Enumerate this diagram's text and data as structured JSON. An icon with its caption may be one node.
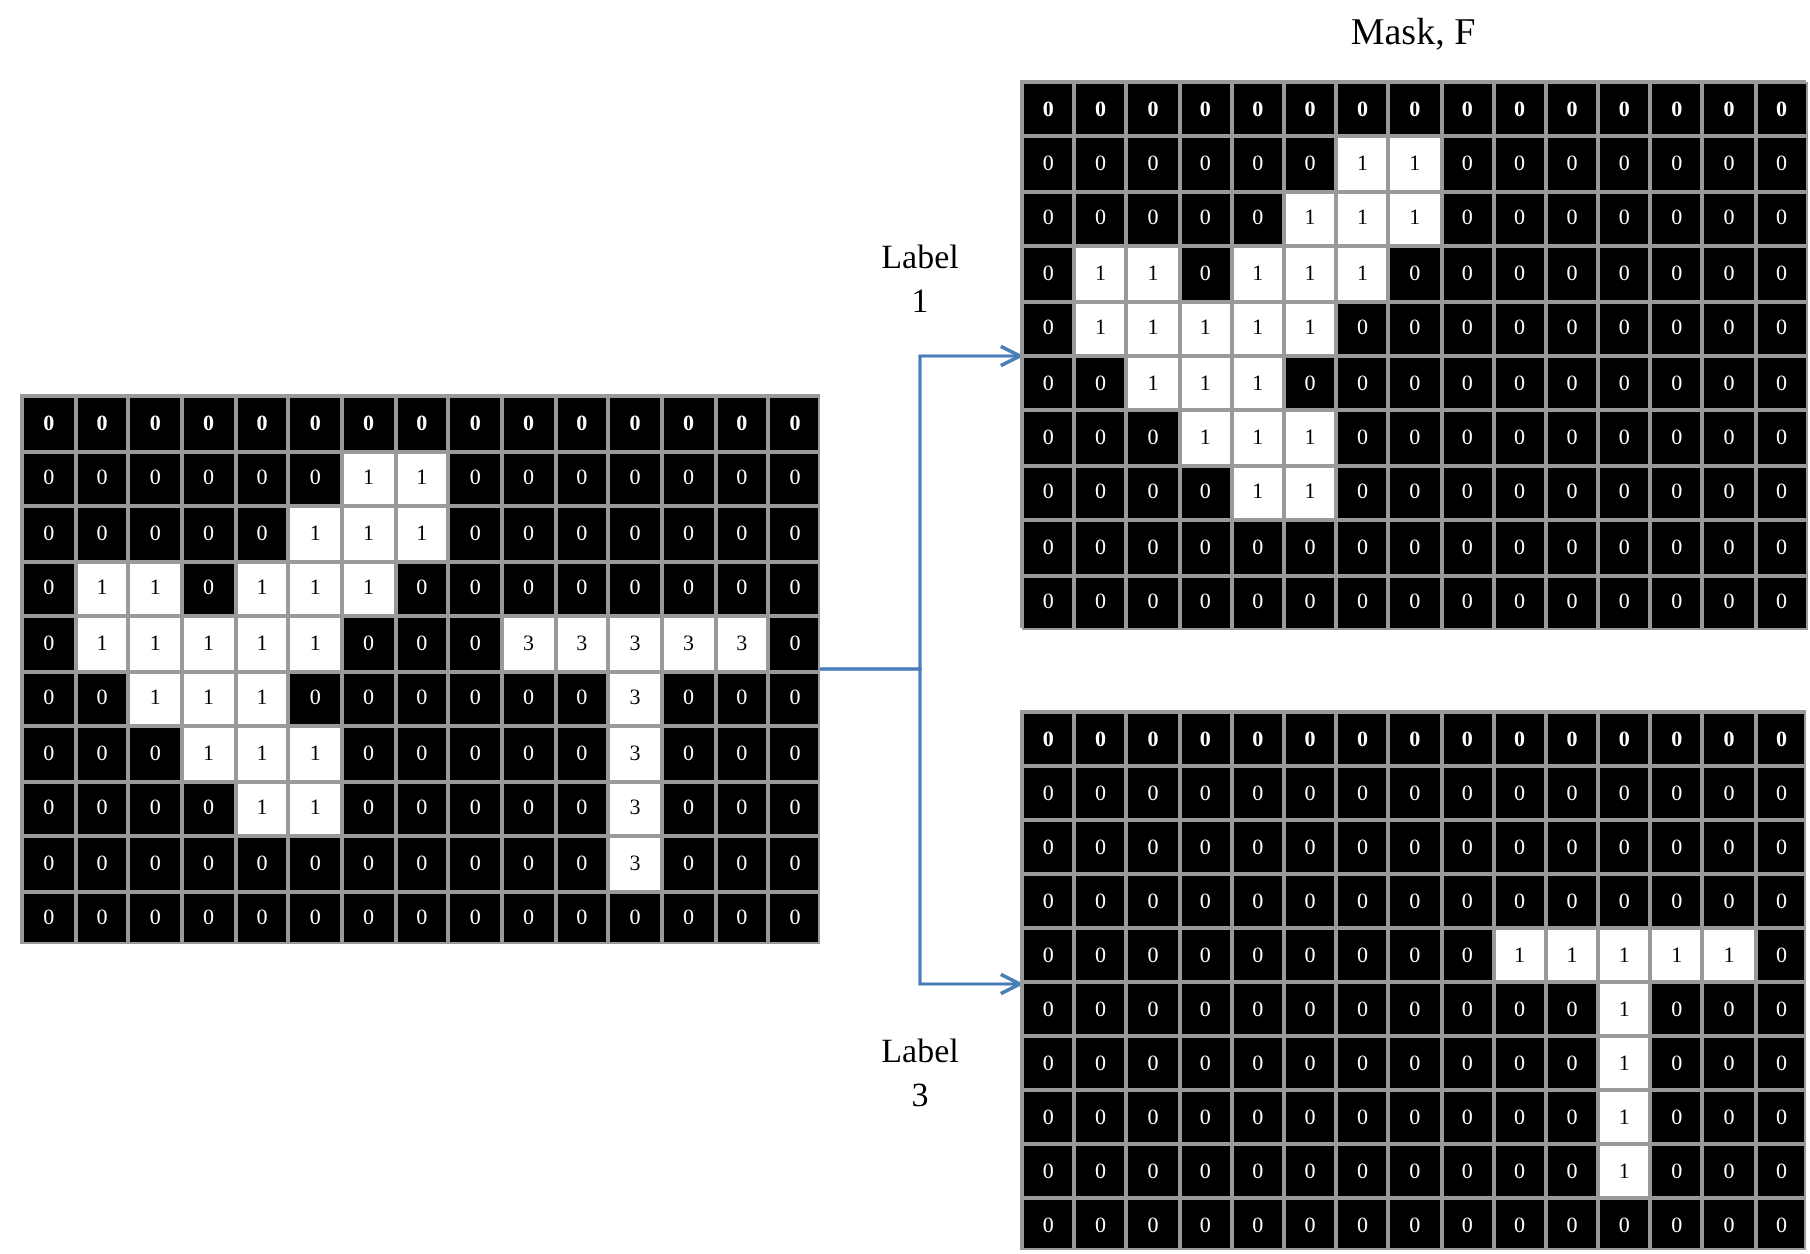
{
  "diagram": {
    "nodes": [
      {
        "text": [],
        "shape": "box"
      },
      {
        "text": [
          "Mask, F"
        ]
      },
      {
        "text": [],
        "shape": "box"
      }
    ],
    "edges": [
      {
        "from": 0,
        "to": 1,
        "arrow": "to",
        "label": "Label 1"
      },
      {
        "from": 0,
        "to": 2,
        "arrow": "to",
        "label": "Label 3"
      }
    ],
    "labels": [
      "0",
      "0",
      "0",
      "0",
      "0",
      "0",
      "0",
      "0",
      "0",
      "0",
      "0",
      "0",
      "0",
      "0",
      "0",
      "0",
      "0",
      "0",
      "0",
      "0",
      "0",
      "1",
      "1",
      "0",
      "0",
      "0",
      "0",
      "0",
      "0",
      "0",
      "0",
      "0",
      "0",
      "0",
      "0",
      "1",
      "1",
      "1",
      "0",
      "0",
      "0",
      "0",
      "0",
      "0",
      "0",
      "0",
      "1",
      "1",
      "0",
      "1",
      "1",
      "1",
      "0",
      "0",
      "0",
      "0",
      "0",
      "0",
      "0",
      "0",
      "0",
      "1",
      "1",
      "1",
      "1",
      "1",
      "0",
      "0",
      "0",
      "3",
      "3",
      "3",
      "3",
      "3",
      "0",
      "0",
      "0",
      "1",
      "1",
      "1",
      "0",
      "0",
      "0",
      "0",
      "0",
      "0",
      "3",
      "0",
      "0",
      "0",
      "0",
      "0",
      "0",
      "1",
      "1",
      "1",
      "0",
      "0",
      "0",
      "0",
      "0",
      "3",
      "0",
      "0",
      "0",
      "0",
      "0",
      "0",
      "0",
      "1",
      "1",
      "0",
      "0",
      "0",
      "0",
      "0",
      "3",
      "0",
      "0",
      "0",
      "0",
      "0",
      "0",
      "0",
      "0",
      "0",
      "0",
      "0",
      "0",
      "0",
      "0",
      "3",
      "0",
      "0",
      "0",
      "0",
      "0",
      "0",
      "0",
      "0",
      "0",
      "0",
      "0",
      "0",
      "0",
      "0",
      "0",
      "0",
      "0",
      "0",
      "0",
      "0",
      "0",
      "0",
      "0",
      "0",
      "0",
      "0",
      "0",
      "0",
      "0",
      "0",
      "0",
      "0",
      "0",
      "0",
      "0",
      "0",
      "0",
      "0",
      "0",
      "1",
      "1",
      "0",
      "0",
      "0",
      "0",
      "0",
      "0",
      "0",
      "0",
      "0",
      "0",
      "0",
      "0",
      "1",
      "1",
      "1",
      "0",
      "0",
      "0",
      "0",
      "0",
      "0",
      "0",
      "0",
      "1",
      "1",
      "0",
      "1",
      "1",
      "1",
      "0",
      "0",
      "0",
      "0",
      "0",
      "0",
      "0",
      "0",
      "0",
      "1",
      "1",
      "1",
      "1",
      "1",
      "0",
      "0",
      "0",
      "0",
      "0",
      "0",
      "0",
      "0",
      "0",
      "0",
      "0",
      "1",
      "1",
      "1",
      "0",
      "0",
      "0",
      "0",
      "0",
      "0",
      "0",
      "0",
      "0",
      "0",
      "0",
      "0",
      "0",
      "1",
      "1",
      "1",
      "0",
      "0",
      "0",
      "0",
      "0",
      "0",
      "0",
      "0",
      "0",
      "0",
      "0",
      "0",
      "0",
      "1",
      "1",
      "0",
      "0",
      "0",
      "0",
      "0",
      "0",
      "0",
      "0",
      "0",
      "0",
      "0",
      "0",
      "0",
      "0",
      "0",
      "0",
      "0",
      "0",
      "0",
      "0",
      "0",
      "0",
      "0",
      "0",
      "0",
      "0",
      "0",
      "0",
      "0",
      "0",
      "0",
      "0",
      "0",
      "0",
      "0",
      "0",
      "0",
      "0",
      "0",
      "0",
      "0",
      "0",
      "0",
      "0",
      "0",
      "0",
      "0",
      "0",
      "0",
      "0",
      "0",
      "0",
      "0",
      "0",
      "0",
      "0",
      "0",
      "0",
      "0",
      "0",
      "0",
      "0",
      "0",
      "0",
      "0",
      "0",
      "0",
      "0",
      "0",
      "0",
      "0",
      "0",
      "0",
      "0",
      "0",
      "0",
      "0",
      "0",
      "0",
      "0",
      "0",
      "0",
      "0",
      "0",
      "0",
      "0",
      "0",
      "0",
      "0",
      "0",
      "0",
      "0",
      "0",
      "0",
      "0",
      "0",
      "0",
      "0",
      "0",
      "0",
      "0",
      "0",
      "0",
      "0",
      "0",
      "0",
      "0",
      "0",
      "1",
      "1",
      "1",
      "1",
      "1",
      "0",
      "0",
      "0",
      "0",
      "0",
      "0",
      "0",
      "0",
      "0",
      "0",
      "0",
      "0",
      "1",
      "0",
      "0",
      "0",
      "0",
      "0",
      "0",
      "0",
      "0",
      "0",
      "0",
      "0",
      "0",
      "0",
      "0",
      "1",
      "0",
      "0",
      "0",
      "0",
      "0",
      "0",
      "0",
      "0",
      "0",
      "0",
      "0",
      "0",
      "0",
      "0",
      "1",
      "0",
      "0",
      "0",
      "0",
      "0",
      "0",
      "0",
      "0",
      "0",
      "0",
      "0",
      "0",
      "0",
      "0",
      "1",
      "0",
      "0",
      "0",
      "0",
      "0",
      "0",
      "0",
      "0",
      "0",
      "0",
      "0",
      "0",
      "0",
      "0",
      "0",
      "0",
      "0",
      "0"
    ]
  }
}
